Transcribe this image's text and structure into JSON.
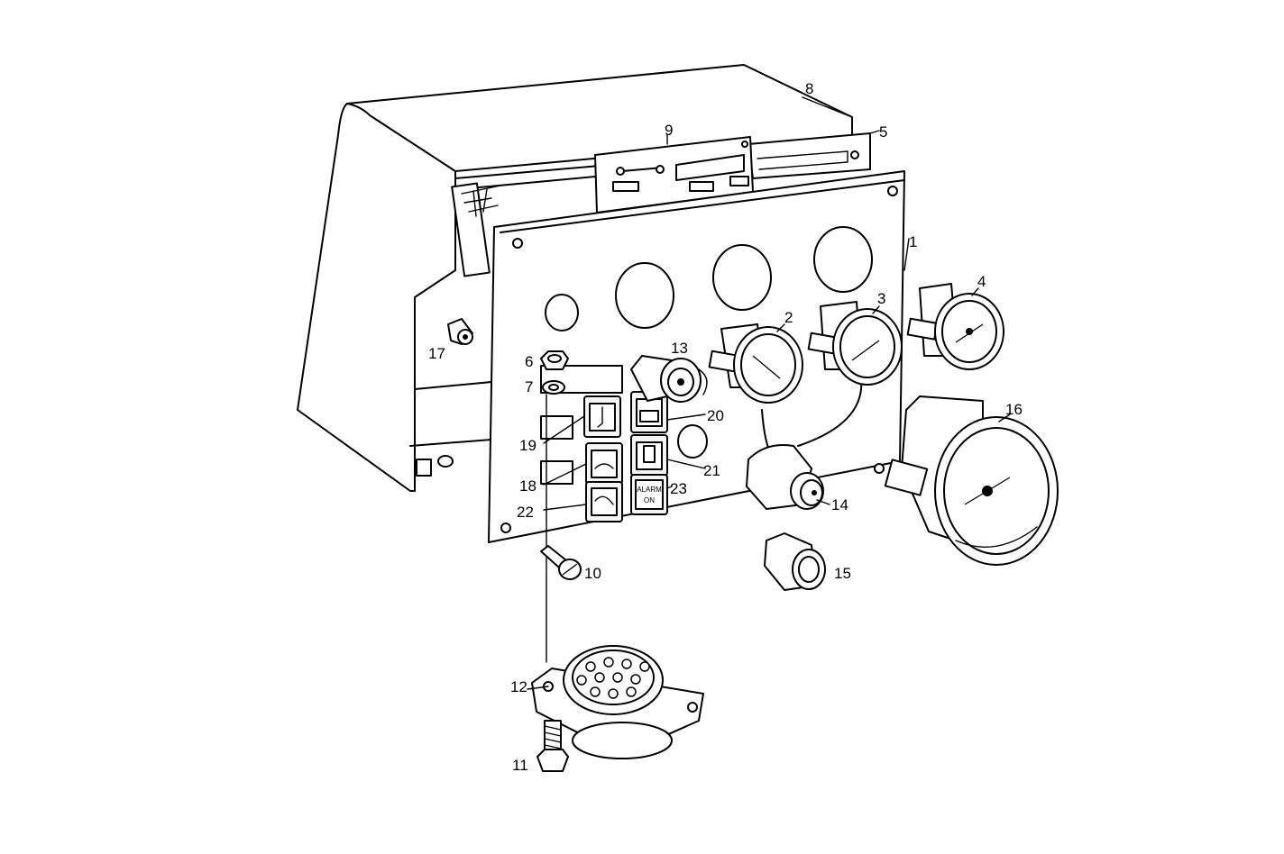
{
  "callouts": {
    "c1": "1",
    "c2": "2",
    "c3": "3",
    "c4": "4",
    "c5": "5",
    "c6": "6",
    "c7": "7",
    "c8": "8",
    "c9": "9",
    "c10": "10",
    "c11": "11",
    "c12": "12",
    "c13": "13",
    "c14": "14",
    "c15": "15",
    "c16": "16",
    "c17": "17",
    "c18": "18",
    "c19": "19",
    "c20": "20",
    "c21": "21",
    "c22": "22",
    "c23": "23"
  },
  "labels": {
    "alarm_line1": "ALARM",
    "alarm_line2": "ON"
  }
}
